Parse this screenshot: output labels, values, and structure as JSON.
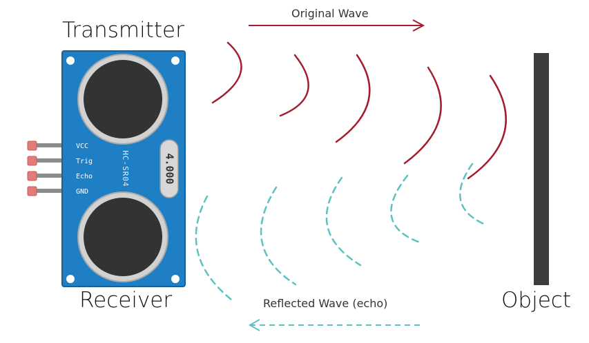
{
  "labels": {
    "transmitter": "Transmitter",
    "receiver": "Receiver",
    "object": "Object",
    "original_wave": "Original Wave",
    "reflected_wave": "Reflected Wave (echo)"
  },
  "module": {
    "model": "HC-SR04",
    "crystal": "4.000",
    "pins": [
      "VCC",
      "Trig",
      "Echo",
      "GND"
    ]
  },
  "colors": {
    "board": "#1f7fc4",
    "board_edge": "#17609a",
    "transducer": "#333333",
    "transducer_ring": "#d2d2d2",
    "pin": "#e47b7b",
    "original_wave": "#a51c30",
    "reflected_wave": "#5cc2c0",
    "object": "#3d3d3d"
  }
}
